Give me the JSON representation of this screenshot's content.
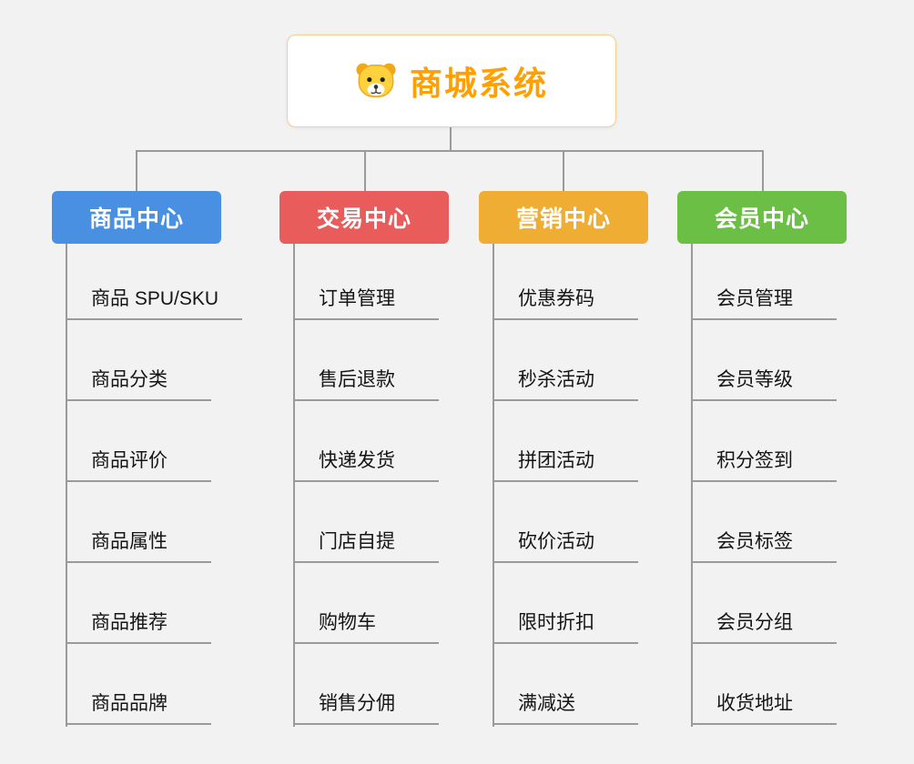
{
  "root": {
    "title": "商城系统",
    "title_color": "#ff9f00",
    "icon": "dog-icon"
  },
  "connector_color": "#9a9a9a",
  "branches": [
    {
      "label": "商品中心",
      "color": "#4a90e2",
      "children": [
        "商品 SPU/SKU",
        "商品分类",
        "商品评价",
        "商品属性",
        "商品推荐",
        "商品品牌"
      ]
    },
    {
      "label": "交易中心",
      "color": "#e85c5c",
      "children": [
        "订单管理",
        "售后退款",
        "快递发货",
        "门店自提",
        "购物车",
        "销售分佣"
      ]
    },
    {
      "label": "营销中心",
      "color": "#f0ad33",
      "children": [
        "优惠券码",
        "秒杀活动",
        "拼团活动",
        "砍价活动",
        "限时折扣",
        "满减送"
      ]
    },
    {
      "label": "会员中心",
      "color": "#6cbf45",
      "children": [
        "会员管理",
        "会员等级",
        "积分签到",
        "会员标签",
        "会员分组",
        "收货地址"
      ]
    }
  ]
}
